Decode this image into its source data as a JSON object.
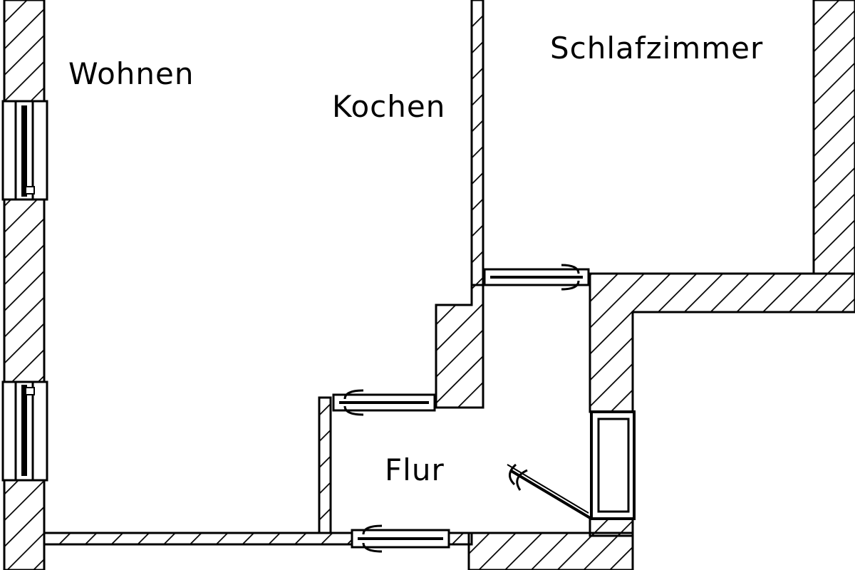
{
  "rooms": {
    "wohnen": "Wohnen",
    "kochen": "Kochen",
    "schlafzimmer": "Schlafzimmer",
    "flur": "Flur"
  },
  "colors": {
    "wall_stroke": "#000000",
    "hatch": "#000000",
    "background": "#ffffff"
  }
}
